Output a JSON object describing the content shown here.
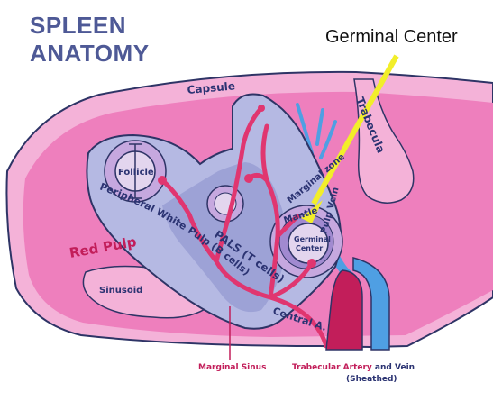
{
  "title": [
    "SPLEEN",
    "ANATOMY"
  ],
  "callout": {
    "label": "Germinal Center",
    "arrow_color": "#f2ee2a"
  },
  "labels": {
    "capsule": "Capsule",
    "trabecula": "Trabecula",
    "follicle": "Follicle",
    "marginal_zone": "Marginal zone",
    "mantle": "Mantle",
    "germinal_center_line1": "Germinal",
    "germinal_center_line2": "Center",
    "pals": "PALS (T cells)",
    "peripheral_white_pulp": "Peripheral White Pulp (B cells)",
    "red_pulp": "Red Pulp",
    "sinusoid": "Sinusoid",
    "central_artery": "Central A.",
    "pulp_vein": "Pulp Vein",
    "marginal_sinus": "Marginal Sinus",
    "trabecular_vessels_artery": "Trabecular Artery",
    "trabecular_vessels_and": " and Vein",
    "trabecular_vessels_sheathed": "(Sheathed)"
  },
  "colors": {
    "capsule": "#f4b2d8",
    "red_pulp": "#ee7fbd",
    "white_pulp": "#b5b9e3",
    "pals": "#9da2d6",
    "follicle": "#c6a8df",
    "artery": "#e03670",
    "vein": "#4f9fe3",
    "outline": "#2e3466",
    "label_magenta": "#c21e5a",
    "label_navy": "#2b3372"
  }
}
